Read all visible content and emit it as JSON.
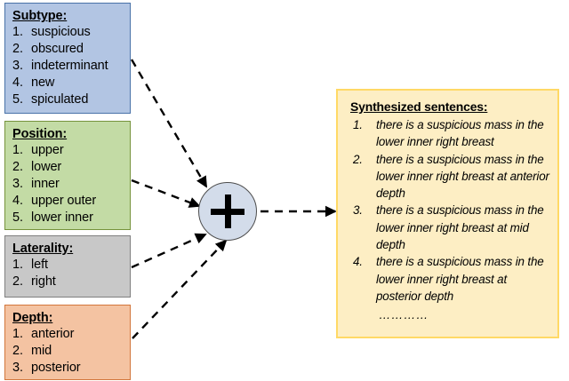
{
  "diagram": {
    "merge_node": {
      "symbol": "+",
      "name": "plus-merge-node"
    },
    "attribute_boxes": [
      {
        "id": "subtype",
        "title": "Subtype:",
        "color": "#b2c5e3",
        "items": [
          "suspicious",
          "obscured",
          "indeterminant",
          "new",
          "spiculated"
        ]
      },
      {
        "id": "position",
        "title": "Position:",
        "color": "#c3dba5",
        "items": [
          "upper",
          "lower",
          "inner",
          "upper outer",
          "lower inner"
        ]
      },
      {
        "id": "laterality",
        "title": "Laterality:",
        "color": "#c8c8c8",
        "items": [
          "left",
          "right"
        ]
      },
      {
        "id": "depth",
        "title": "Depth:",
        "color": "#f4c3a2",
        "items": [
          "anterior",
          "mid",
          "posterior"
        ]
      }
    ],
    "output_panel": {
      "title": "Synthesized sentences:",
      "color": "#fdeec4",
      "border_color": "#ffd966",
      "sentences": [
        "there is a  suspicious mass in the lower inner right breast",
        "there is a suspicious mass in the lower inner right breast at anterior depth",
        "there is a suspicious mass in the lower inner right breast at mid depth",
        "there is a suspicious mass in the lower inner right breast at posterior depth"
      ],
      "continuation": "…………"
    },
    "connectors": [
      {
        "from": "subtype",
        "to": "merge-node",
        "style": "dashed-arrow"
      },
      {
        "from": "position",
        "to": "merge-node",
        "style": "dashed-arrow"
      },
      {
        "from": "laterality",
        "to": "merge-node",
        "style": "dashed-arrow"
      },
      {
        "from": "depth",
        "to": "merge-node",
        "style": "dashed-arrow"
      },
      {
        "from": "merge-node",
        "to": "output-panel",
        "style": "dashed-arrow"
      }
    ]
  }
}
